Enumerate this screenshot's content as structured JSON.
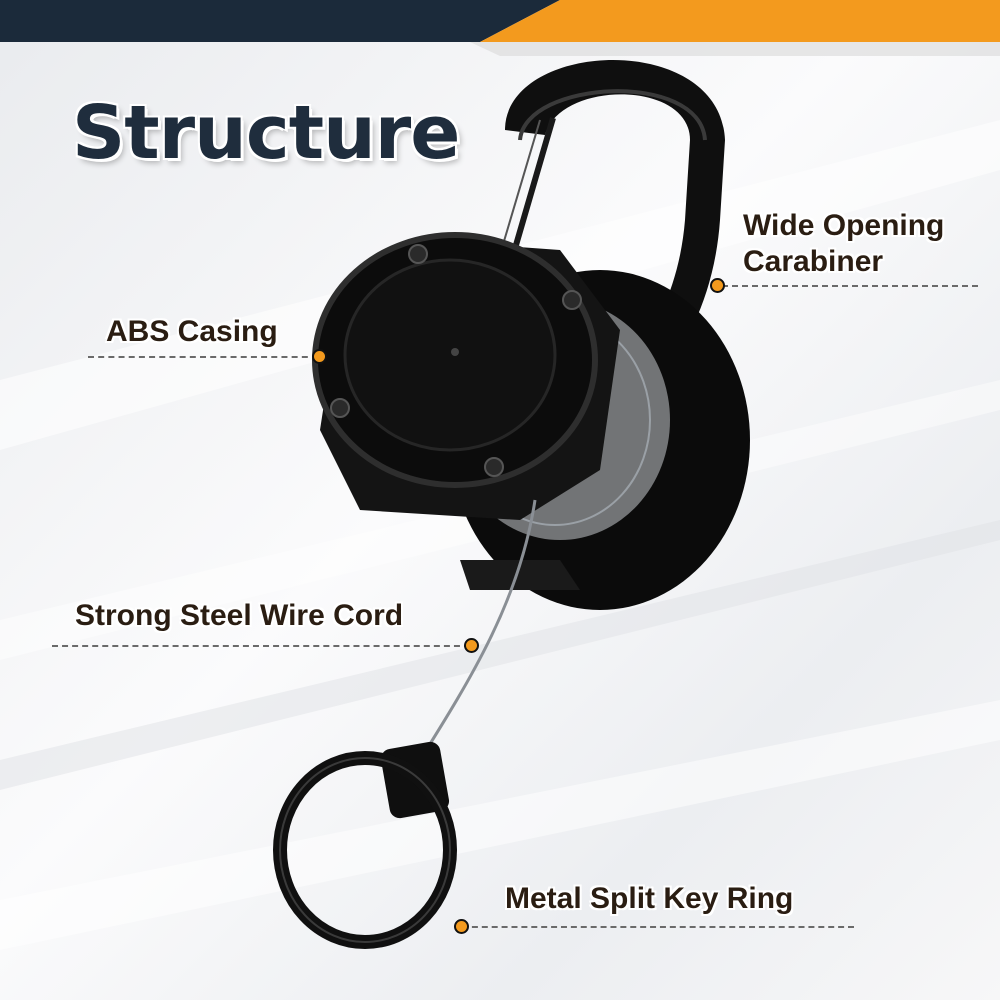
{
  "title": "Structure",
  "labels": {
    "carabiner_line1": "Wide Opening",
    "carabiner_line2": "Carabiner",
    "casing": "ABS Casing",
    "cord": "Strong Steel Wire Cord",
    "ring": "Metal Split Key Ring"
  },
  "colors": {
    "title": "#1f2d3d",
    "label": "#2a1d12",
    "label_outline": "#ffffff",
    "accent_orange": "#f39a1e",
    "banner_navy": "#1b2a3a",
    "dot": "#f39a1e",
    "product_black": "#111111"
  }
}
